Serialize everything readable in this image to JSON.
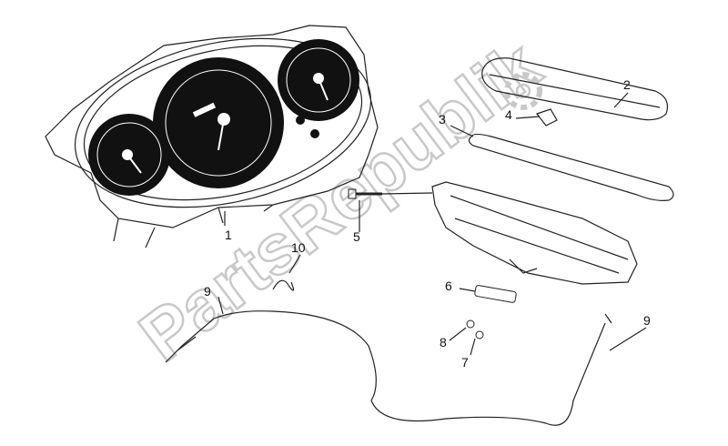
{
  "watermark": {
    "text": "PartsRepublik",
    "icon": "gear-icon",
    "color": "#c8c8c8"
  },
  "callouts": [
    {
      "id": "1",
      "part": "instrument-cluster"
    },
    {
      "id": "2",
      "part": "cover"
    },
    {
      "id": "3",
      "part": "gasket"
    },
    {
      "id": "4",
      "part": "clip"
    },
    {
      "id": "5",
      "part": "screw"
    },
    {
      "id": "6",
      "part": "bulb-holder"
    },
    {
      "id": "7",
      "part": "bulb"
    },
    {
      "id": "8",
      "part": "bulb"
    },
    {
      "id": "9",
      "part": "speedometer-cable"
    },
    {
      "id": "9",
      "part": "speedometer-cable-end"
    },
    {
      "id": "10",
      "part": "cable-clip"
    }
  ]
}
